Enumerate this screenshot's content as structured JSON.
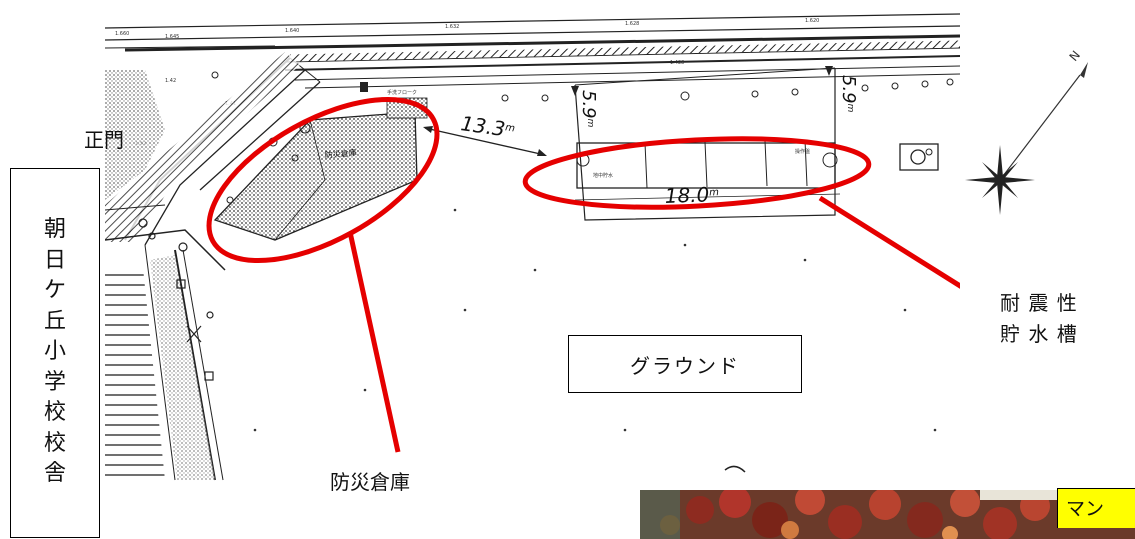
{
  "labels": {
    "main_gate": "正門",
    "school_building": "朝日ケ丘小学校校舎",
    "ground": "グラウンド",
    "storage": "防災倉庫",
    "tank_line1": "耐 震 性",
    "tank_line2": "貯 水 槽",
    "photo_tag": "マン"
  },
  "dimensions": {
    "distance": "13.3",
    "length": "18.0",
    "depth_left": "5.9",
    "depth_right": "5.9",
    "unit": "m"
  },
  "colors": {
    "highlight": "#e50000",
    "tag_bg": "#ffff00",
    "plan_ink": "#222222"
  },
  "icons": [
    "north-arrow-icon"
  ]
}
